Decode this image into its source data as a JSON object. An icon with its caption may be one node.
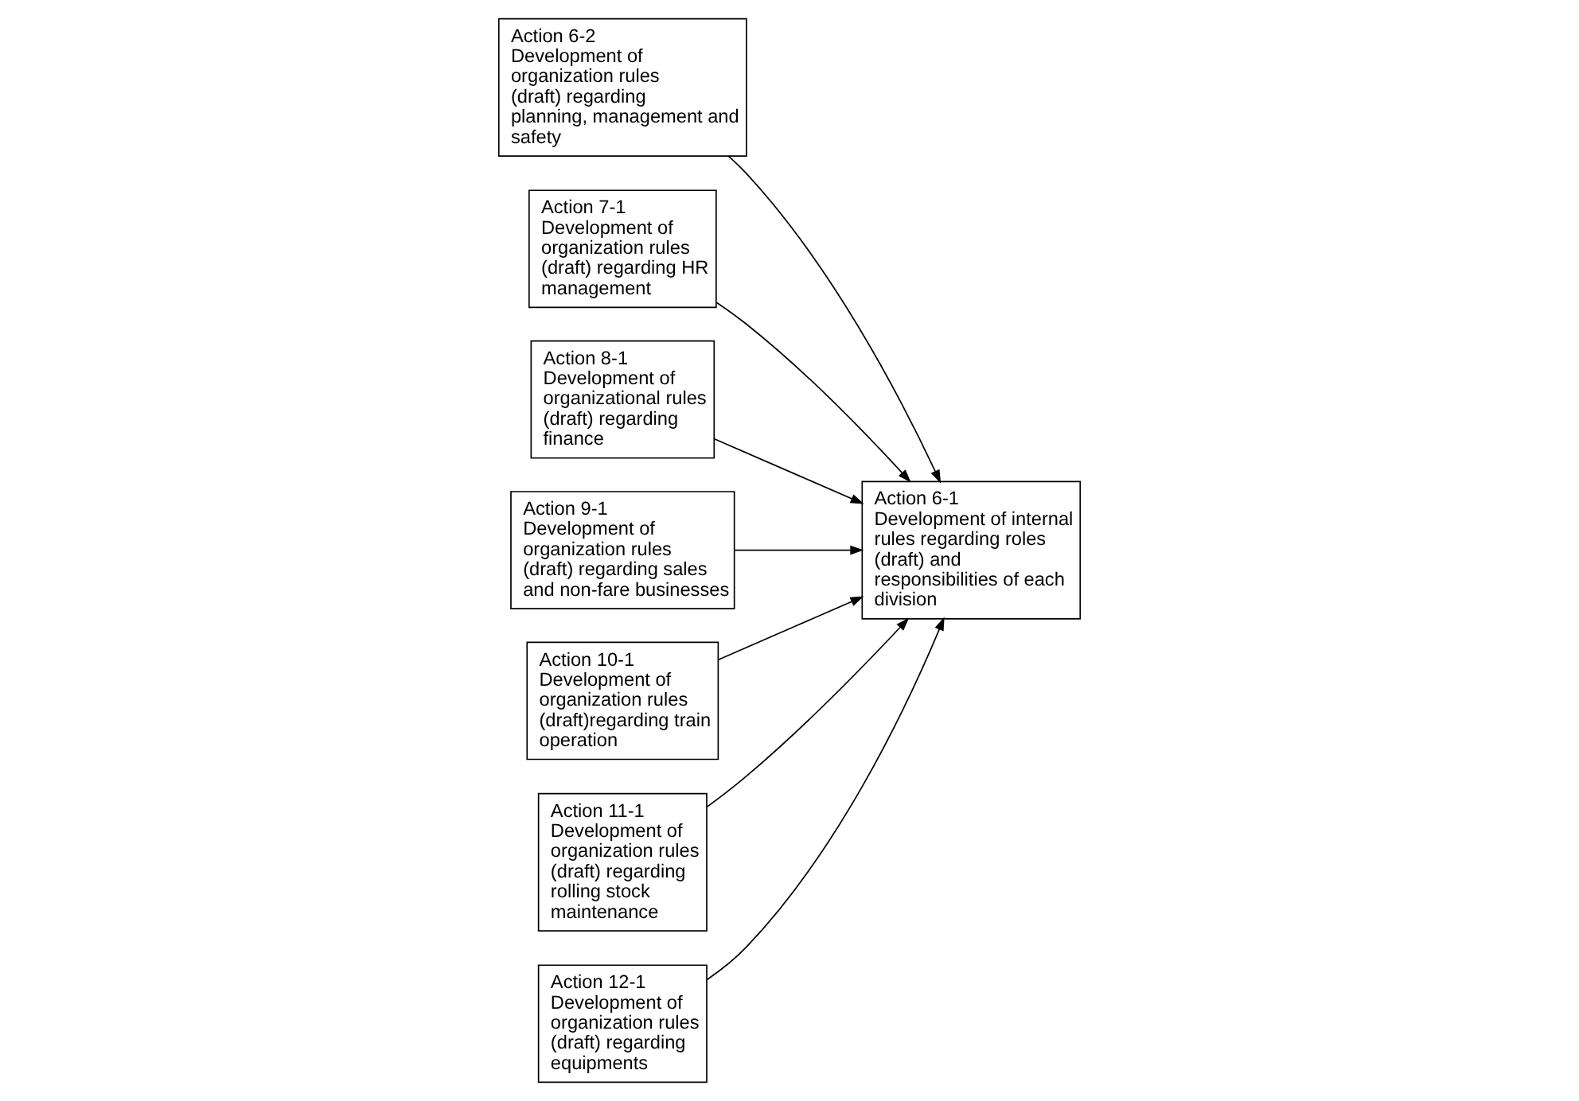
{
  "diagram": {
    "nodes": [
      {
        "text": [
          "Action 6-2",
          "Development of organization rules (draft) regarding planning, management and safety"
        ]
      },
      {
        "text": [
          "Action 7-1",
          "Development of organization rules (draft) regarding HR management"
        ]
      },
      {
        "text": [
          "Action 8-1",
          "Development of organizational rules (draft) regarding finance"
        ]
      },
      {
        "text": [
          "Action 9-1",
          "Development of organization rules (draft) regarding sales and non-fare businesses"
        ]
      },
      {
        "text": [
          "Action 10-1",
          "Development of organization rules (draft)regarding train operation"
        ]
      },
      {
        "text": [
          "Action 6-1",
          "Development of internal rules regarding roles (draft) and responsibilities of each division"
        ]
      },
      {
        "text": [
          "Action 11-1",
          "Development of organization rules (draft) regarding rolling stock maintenance"
        ]
      },
      {
        "text": [
          "Action 12-1",
          "Development of organization rules (draft) regarding equipments"
        ]
      }
    ],
    "edges": [
      {
        "from": 0,
        "to": 5,
        "arrow": "to"
      },
      {
        "from": 1,
        "to": 5,
        "arrow": "to"
      },
      {
        "from": 2,
        "to": 5,
        "arrow": "to"
      },
      {
        "from": 3,
        "to": 5,
        "arrow": "to"
      },
      {
        "from": 4,
        "to": 5,
        "arrow": "to"
      },
      {
        "from": 6,
        "to": 5,
        "arrow": "to"
      },
      {
        "from": 7,
        "to": 5,
        "arrow": "to"
      }
    ]
  }
}
